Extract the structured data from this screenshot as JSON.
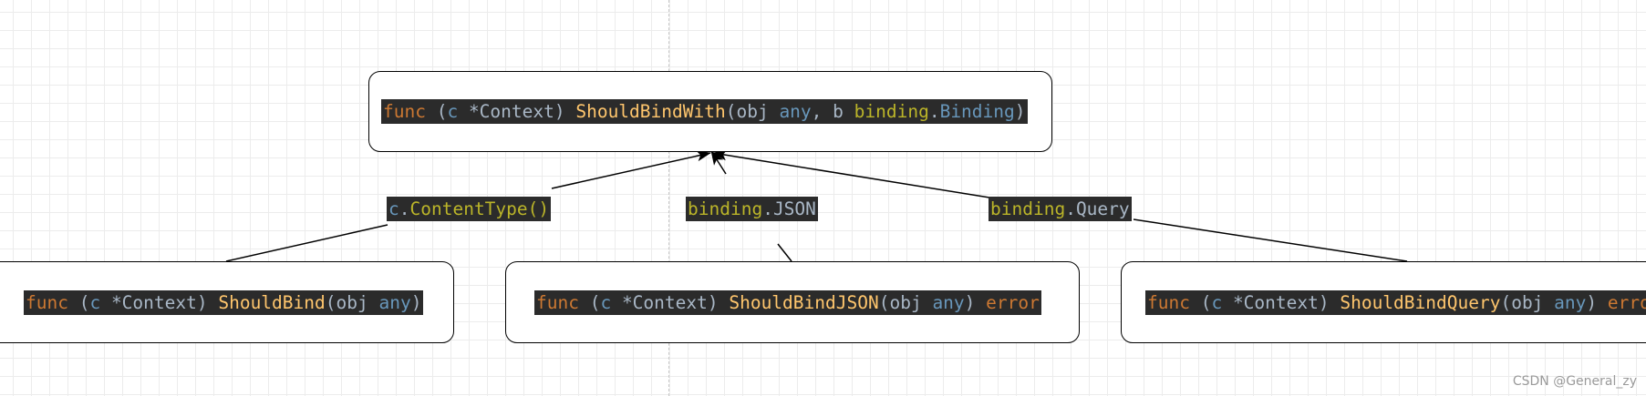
{
  "nodes": {
    "top": {
      "kw": "func",
      "open": " (",
      "recv": "c",
      "recv_type": " *Context)",
      "fn": " ShouldBindWith",
      "paren": "(",
      "p1": "obj",
      "p1_type": " any",
      "comma": ", ",
      "p2": "b",
      "p2_pkg": " binding",
      "dot": ".",
      "p2_type": "Binding",
      "close": ")"
    },
    "left": {
      "kw": "func",
      "open": " (",
      "recv": "c",
      "recv_type": " *Context)",
      "fn": " ShouldBind",
      "paren": "(",
      "p1": "obj",
      "p1_type": " any",
      "close": ")"
    },
    "middle": {
      "kw": "func",
      "open": " (",
      "recv": "c",
      "recv_type": " *Context)",
      "fn": " ShouldBindJSON",
      "paren": "(",
      "p1": "obj",
      "p1_type": " any",
      "close": ")",
      "ret": " error"
    },
    "right": {
      "kw": "func",
      "open": " (",
      "recv": "c",
      "recv_type": " *Context)",
      "fn": " ShouldBindQuery",
      "paren": "(",
      "p1": "obj",
      "p1_type": " any",
      "close": ")",
      "ret": " error"
    }
  },
  "edge_labels": {
    "left": {
      "recv": "c",
      "dot": ".",
      "call": "ContentType()"
    },
    "middle": {
      "pkg": "binding",
      "dot": ".",
      "name": "JSON"
    },
    "right": {
      "pkg": "binding",
      "dot": ".",
      "name": "Query"
    }
  },
  "watermark": "CSDN @General_zy"
}
